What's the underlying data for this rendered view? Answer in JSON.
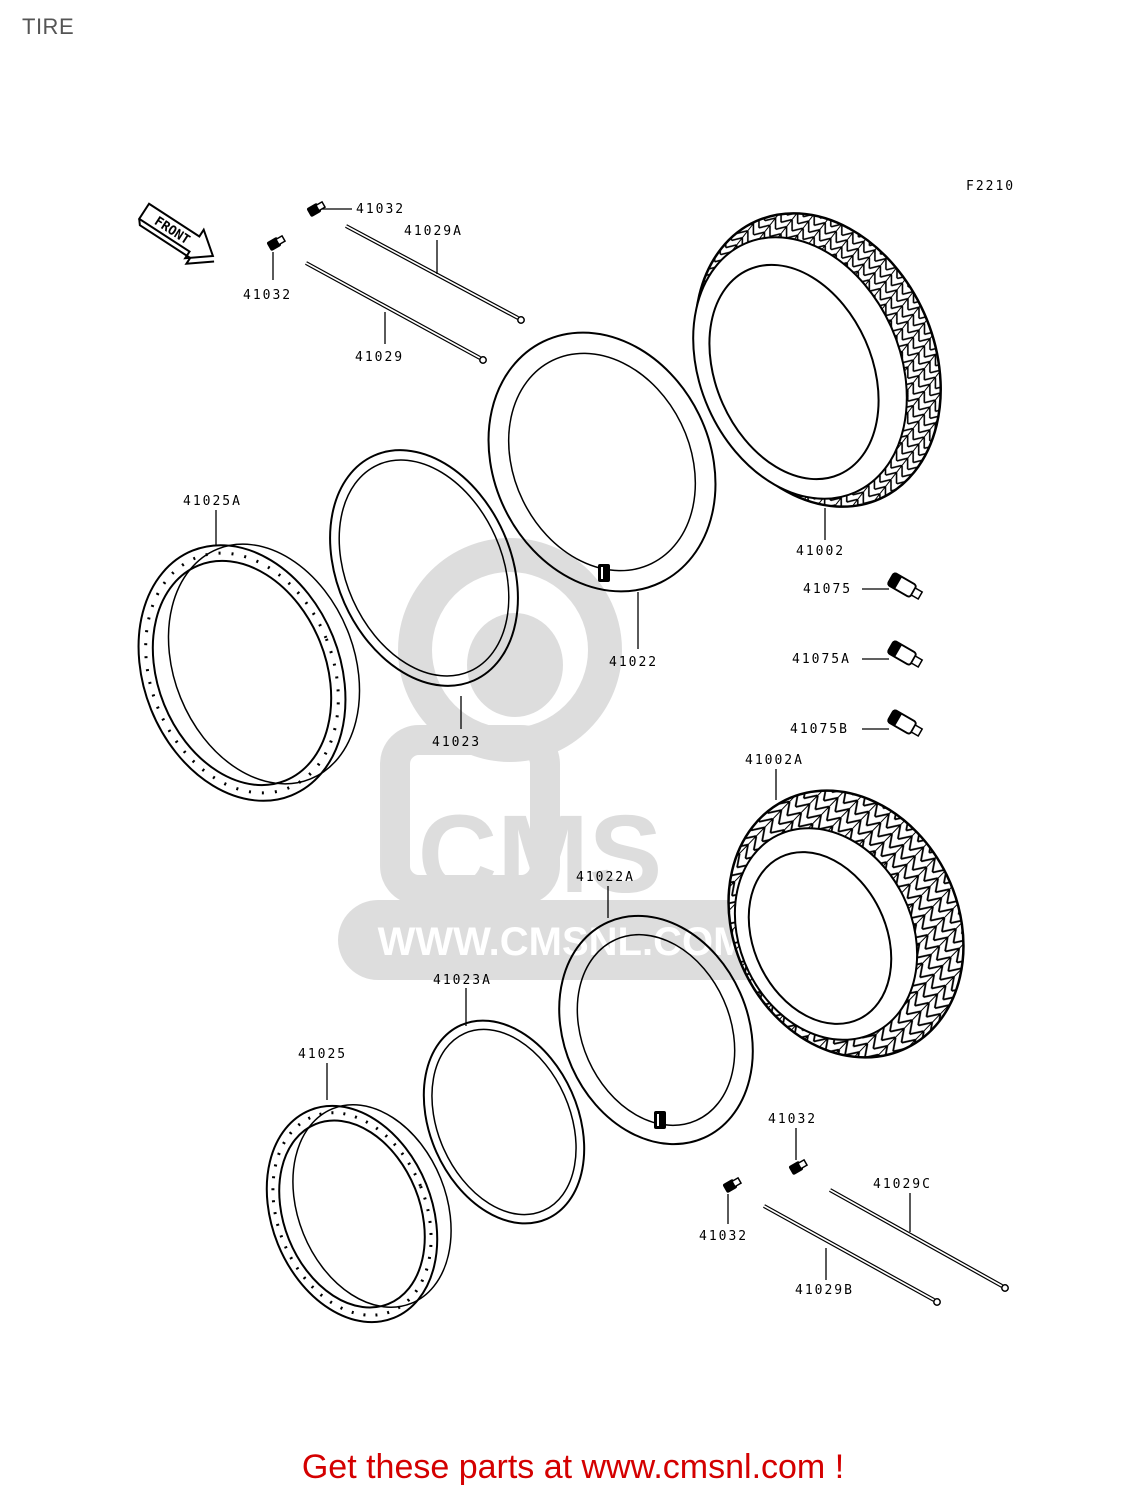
{
  "page": {
    "title": "TIRE",
    "footer": "Get these parts at www.cmsnl.com !"
  },
  "diagram": {
    "figure_code": "F2210",
    "front_arrow_label": "FRONT",
    "watermark": {
      "brand": "CMS",
      "url": "WWW.CMSNL.COM"
    },
    "part_labels": [
      {
        "id": "l1",
        "text": "41032"
      },
      {
        "id": "l2",
        "text": "41029A"
      },
      {
        "id": "l3",
        "text": "41032"
      },
      {
        "id": "l4",
        "text": "41029"
      },
      {
        "id": "l5",
        "text": "41025A"
      },
      {
        "id": "l6",
        "text": "41023"
      },
      {
        "id": "l7",
        "text": "41022"
      },
      {
        "id": "l8",
        "text": "41002"
      },
      {
        "id": "l9",
        "text": "41075"
      },
      {
        "id": "l10",
        "text": "41075A"
      },
      {
        "id": "l11",
        "text": "41075B"
      },
      {
        "id": "l12",
        "text": "41002A"
      },
      {
        "id": "l13",
        "text": "41022A"
      },
      {
        "id": "l14",
        "text": "41023A"
      },
      {
        "id": "l15",
        "text": "41025"
      },
      {
        "id": "l16",
        "text": "41032"
      },
      {
        "id": "l17",
        "text": "41032"
      },
      {
        "id": "l18",
        "text": "41029C"
      },
      {
        "id": "l19",
        "text": "41029B"
      }
    ]
  }
}
